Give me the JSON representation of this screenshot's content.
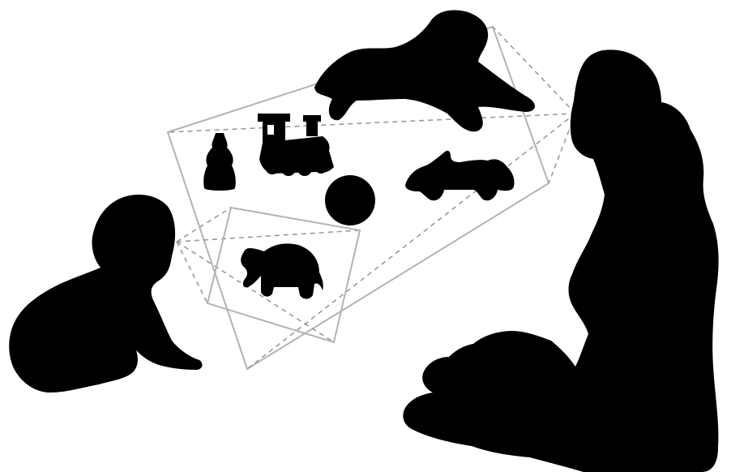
{
  "colors": {
    "background": "#ffffff",
    "silhouette": "#000000",
    "frame": "#b3b3b3",
    "ray": "#9a9a9a"
  },
  "figures": [
    {
      "role": "infant",
      "icon": "infant-silhouette-icon"
    },
    {
      "role": "adult",
      "icon": "adult-silhouette-icon"
    }
  ],
  "objects": [
    {
      "name": "dog",
      "icon": "dog-toy-icon"
    },
    {
      "name": "bottle",
      "icon": "bottle-toy-icon"
    },
    {
      "name": "train",
      "icon": "train-toy-icon"
    },
    {
      "name": "ball",
      "icon": "ball-toy-icon"
    },
    {
      "name": "car",
      "icon": "car-toy-icon"
    },
    {
      "name": "elephant",
      "icon": "elephant-toy-icon"
    }
  ],
  "views": [
    {
      "owner": "adult",
      "style": "large perspective frame containing all objects"
    },
    {
      "owner": "infant",
      "style": "small perspective frame containing only the nearest object"
    }
  ]
}
